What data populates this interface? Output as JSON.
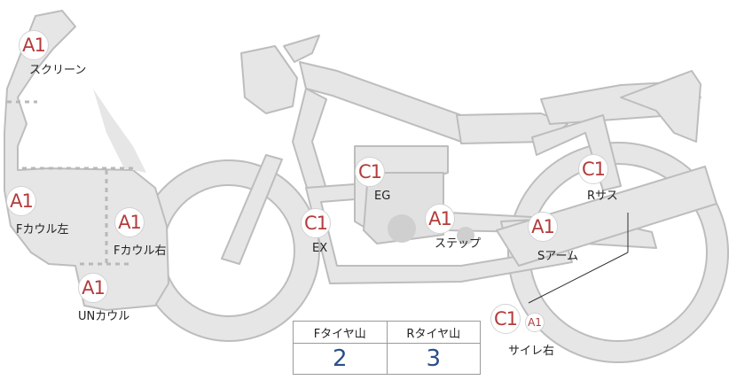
{
  "parts": [
    {
      "id": "screen",
      "grade": "A1",
      "label": "スクリーン"
    },
    {
      "id": "f-cowl-left",
      "grade": "A1",
      "label": "Fカウル左"
    },
    {
      "id": "f-cowl-right",
      "grade": "A1",
      "label": "Fカウル右"
    },
    {
      "id": "under-cowl",
      "grade": "A1",
      "label": "UNカウル"
    },
    {
      "id": "exhaust",
      "grade": "C1",
      "label": "EX"
    },
    {
      "id": "engine",
      "grade": "C1",
      "label": "EG"
    },
    {
      "id": "step",
      "grade": "A1",
      "label": "ステップ"
    },
    {
      "id": "swing-arm",
      "grade": "A1",
      "label": "Sアーム"
    },
    {
      "id": "rear-suspension",
      "grade": "C1",
      "label": "Rサス"
    },
    {
      "id": "silencer-right",
      "grade": "C1",
      "grade2": "A1",
      "label": "サイレ右"
    }
  ],
  "tread_table": {
    "front_header": "Fタイヤ山",
    "rear_header": "Rタイヤ山",
    "front_value": "2",
    "rear_value": "3"
  },
  "colors": {
    "body_fill": "#e6e6e6",
    "body_stroke": "#bdbdbd",
    "grade_text": "#b33c3c",
    "table_value": "#2c4f8a"
  }
}
